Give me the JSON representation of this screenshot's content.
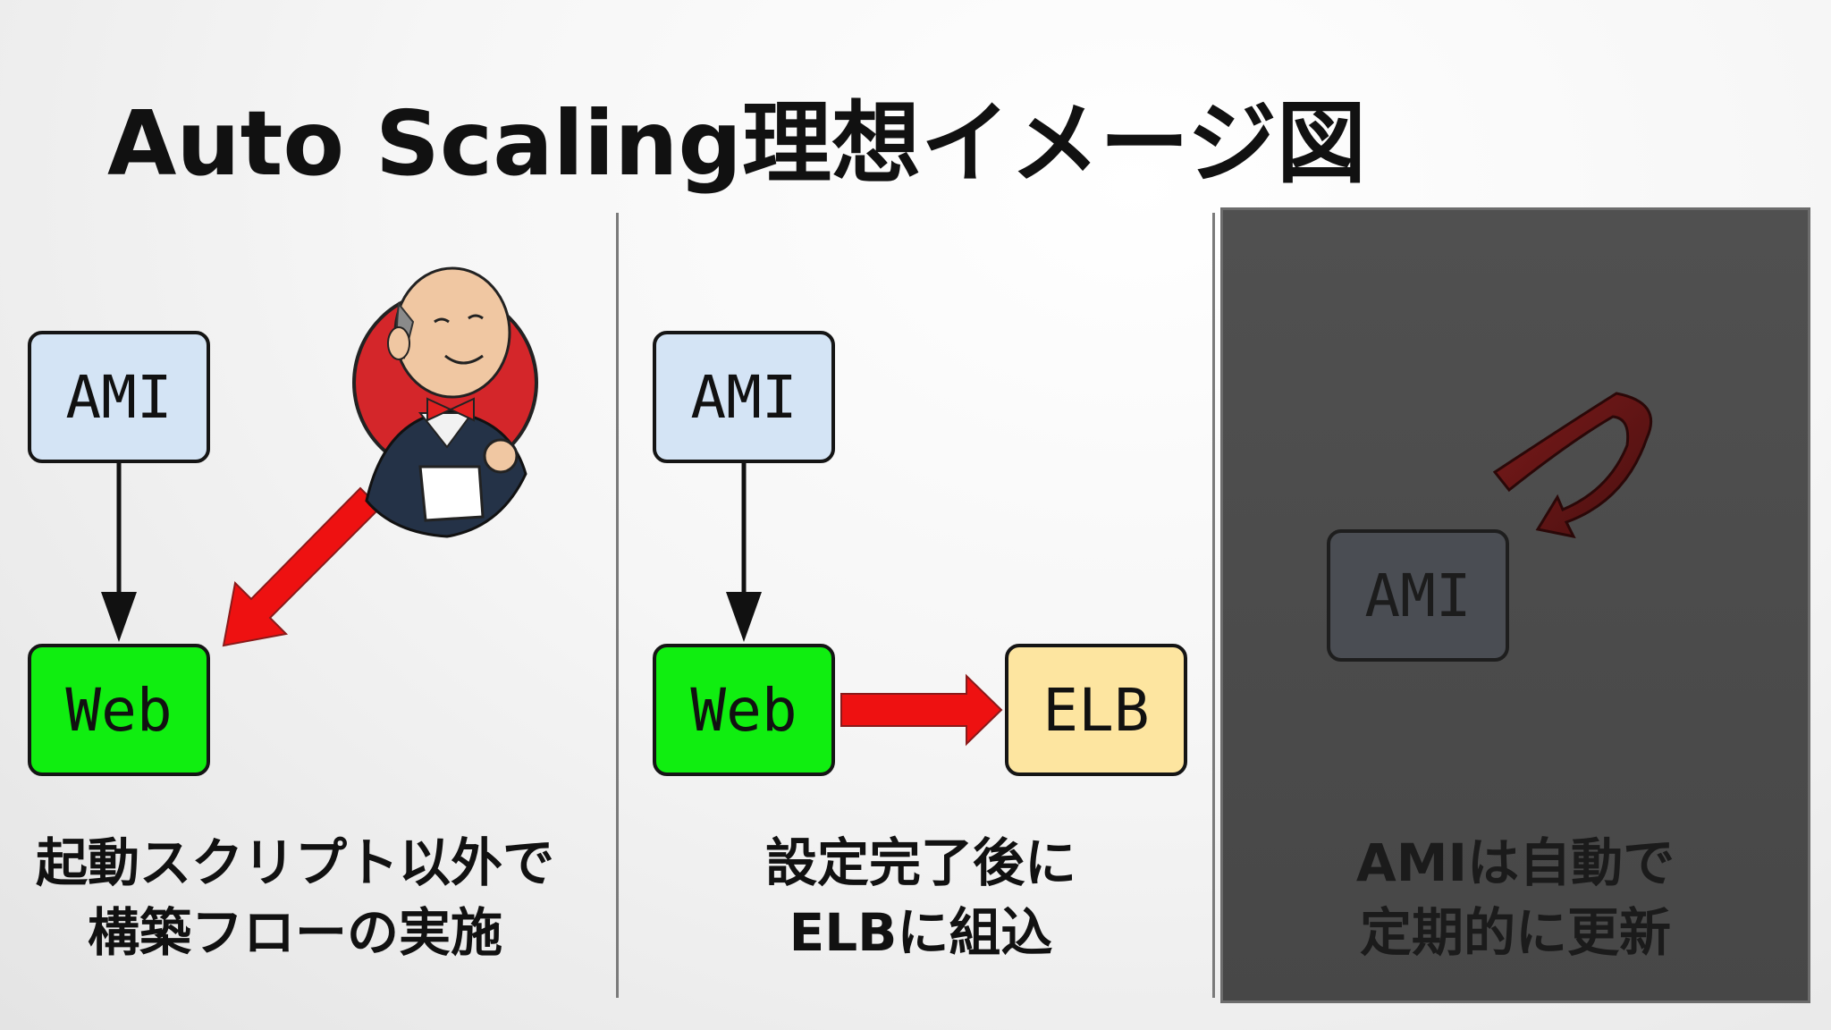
{
  "title": "Auto Scaling理想イメージ図",
  "panels": [
    {
      "boxes": {
        "ami": "AMI",
        "web": "Web"
      },
      "caption": "起動スクリプト以外で\n構築フローの実施"
    },
    {
      "boxes": {
        "ami": "AMI",
        "web": "Web",
        "elb": "ELB"
      },
      "caption": "設定完了後に\nELBに組込"
    },
    {
      "boxes": {
        "ami": "AMI"
      },
      "caption": "AMIは自動で\n定期的に更新"
    }
  ],
  "colors": {
    "ami": "#d4e4f5",
    "web": "#10ee10",
    "elb": "#fde5a0",
    "arrow_red": "#ee1111",
    "dark_panel": "#4c4c4c"
  },
  "icons": [
    "jenkins-butler-icon"
  ]
}
